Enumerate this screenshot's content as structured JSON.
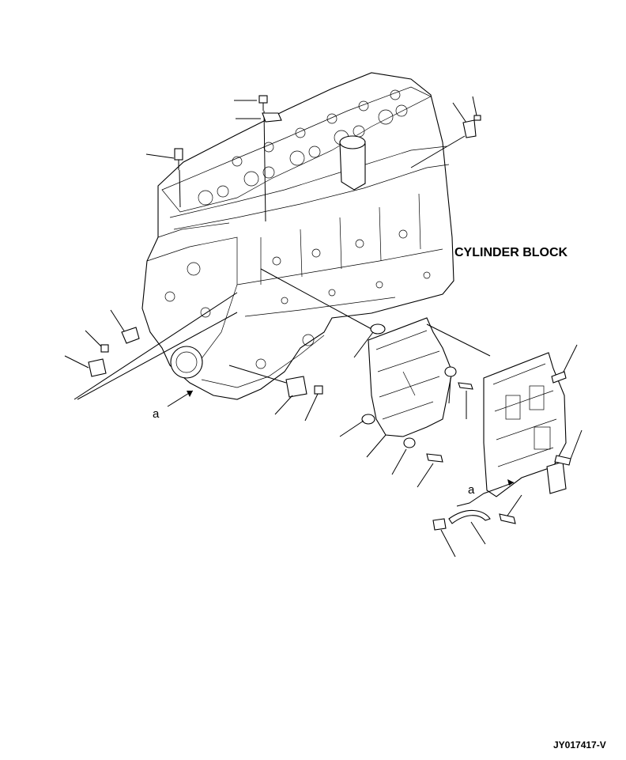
{
  "diagram": {
    "assembly_label": "CYLINDER BLOCK",
    "callout_a_left": "a",
    "callout_a_right": "a",
    "figure_code": "JY017417-V"
  }
}
